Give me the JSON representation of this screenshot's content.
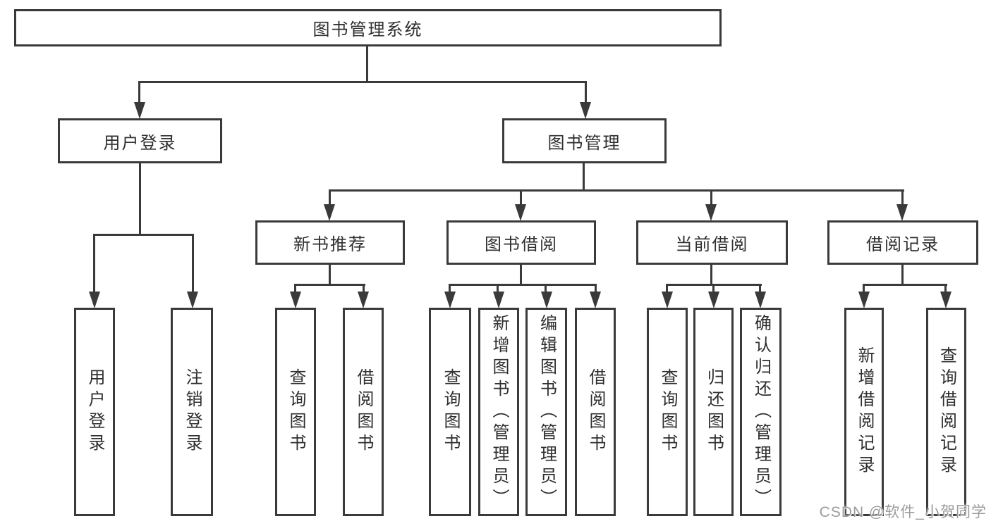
{
  "colors": {
    "line": "#3a3a3a",
    "text": "#2f2f2f",
    "background": "#ffffff",
    "watermark": "#9c9c9c"
  },
  "nodes": {
    "root": "图书管理系统",
    "user_login": "用户登录",
    "book_management": "图书管理",
    "new_books": "新书推荐",
    "book_borrow": "图书借阅",
    "current_borrow": "当前借阅",
    "borrow_records": "借阅记录",
    "leaves_user_login": [
      "用户登录",
      "注销登录"
    ],
    "leaves_new_books": [
      "查询图书",
      "借阅图书"
    ],
    "leaves_book_borrow": [
      "查询图书",
      "新增图书（管理员）",
      "编辑图书（管理员）",
      "借阅图书"
    ],
    "leaves_current_borrow": [
      "查询图书",
      "归还图书",
      "确认归还（管理员）"
    ],
    "leaves_borrow_records": [
      "新增借阅记录",
      "查询借阅记录"
    ]
  },
  "watermark": "CSDN @软件_小贺同学"
}
